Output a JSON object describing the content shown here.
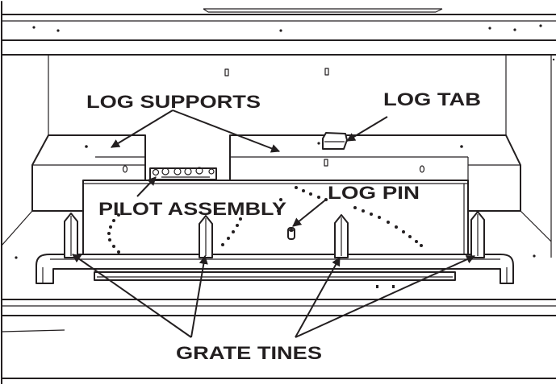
{
  "labels": {
    "log_supports": "LOG SUPPORTS",
    "log_tab": "LOG TAB",
    "pilot_assembly": "PILOT ASSEMBLY",
    "log_pin": "LOG PIN",
    "grate_tines": "GRATE TINES"
  },
  "colors": {
    "line": "#231f20",
    "background": "#ffffff"
  }
}
